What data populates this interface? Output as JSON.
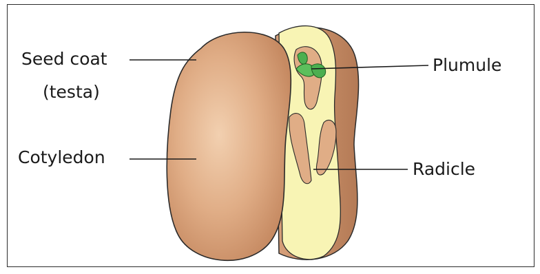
{
  "labels": {
    "seed_coat": "Seed coat",
    "testa": "(testa)",
    "cotyledon": "Cotyledon",
    "plumule": "Plumule",
    "radicle": "Radicle"
  },
  "colors": {
    "seed_coat": "#d9a27a",
    "seed_coat_highlight": "#f0cfb0",
    "embryo": "#f8f4b0",
    "plumule": "#4caf50",
    "outline": "#2a2a2a"
  }
}
